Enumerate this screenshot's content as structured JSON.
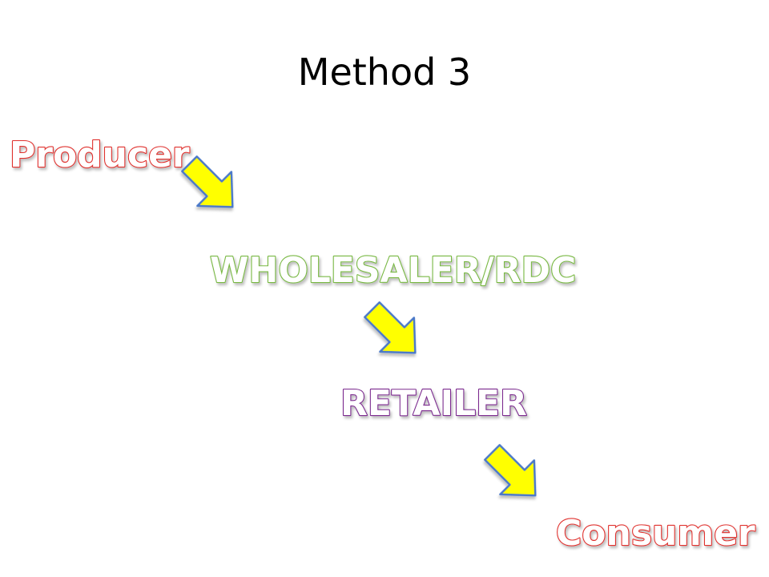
{
  "title": "Method 3",
  "stages": [
    {
      "label": "Producer",
      "fill": "#ffffff",
      "stroke": "#e0302e"
    },
    {
      "label": "WHOLESALER/RDC",
      "fill": "#ffffff",
      "stroke": "#78b843"
    },
    {
      "label": "RETAILER",
      "fill": "#ffffff",
      "stroke": "#7b2c8f"
    },
    {
      "label": "Consumer",
      "fill": "#ffffff",
      "stroke": "#e0302e"
    }
  ],
  "arrow_colors": {
    "fill": "#ffff00",
    "stroke": "#4a78c8"
  }
}
